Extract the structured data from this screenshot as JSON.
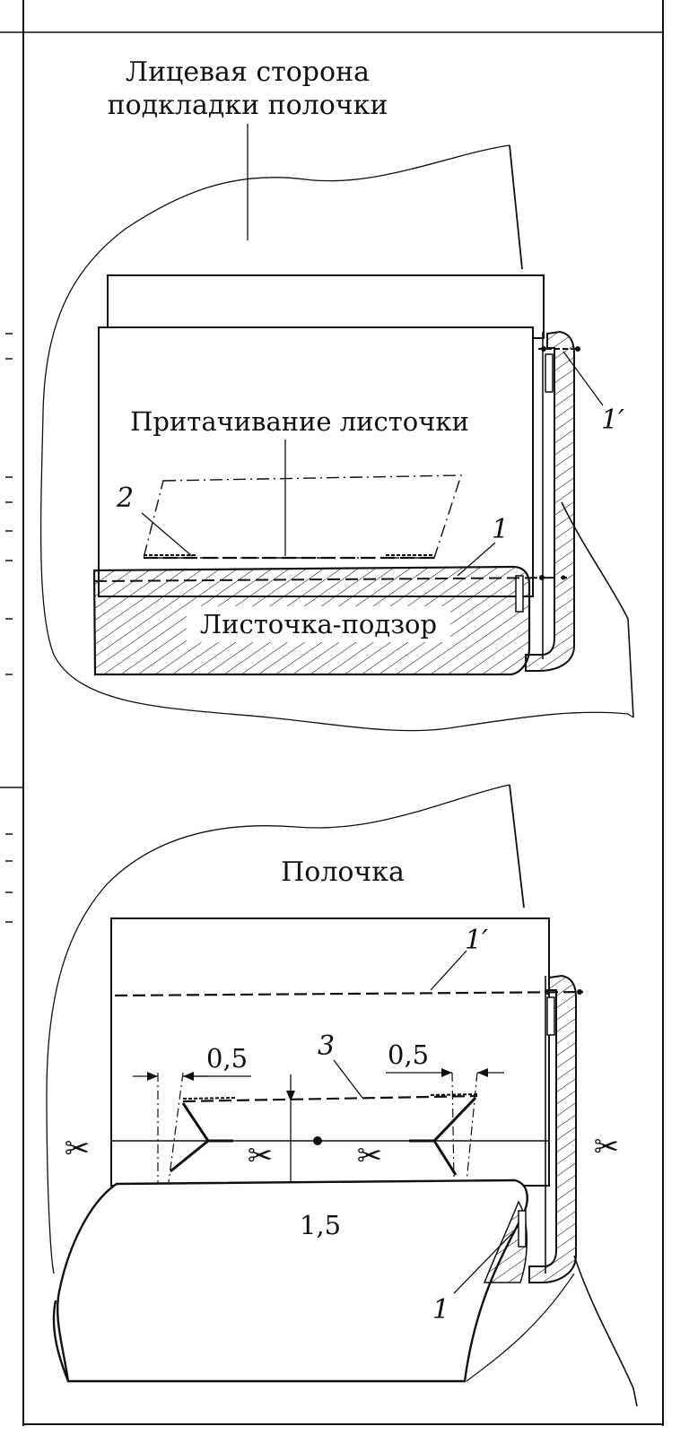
{
  "top_diagram": {
    "title_line1": "Лицевая сторона",
    "title_line2": "подкладки полочки",
    "operation_label": "Притачивание листочки",
    "piece_label": "Листочка-подзор",
    "marker_2": "2",
    "marker_1": "1",
    "marker_1_prime": "1′"
  },
  "bottom_diagram": {
    "title": "Полочка",
    "marker_1_prime": "1′",
    "marker_3": "3",
    "marker_1": "1",
    "dim_left": "0,5",
    "dim_right": "0,5",
    "dim_bottom": "1,5",
    "scissors_glyph": "✂"
  },
  "colors": {
    "ink": "#111111",
    "paper": "#ffffff"
  }
}
